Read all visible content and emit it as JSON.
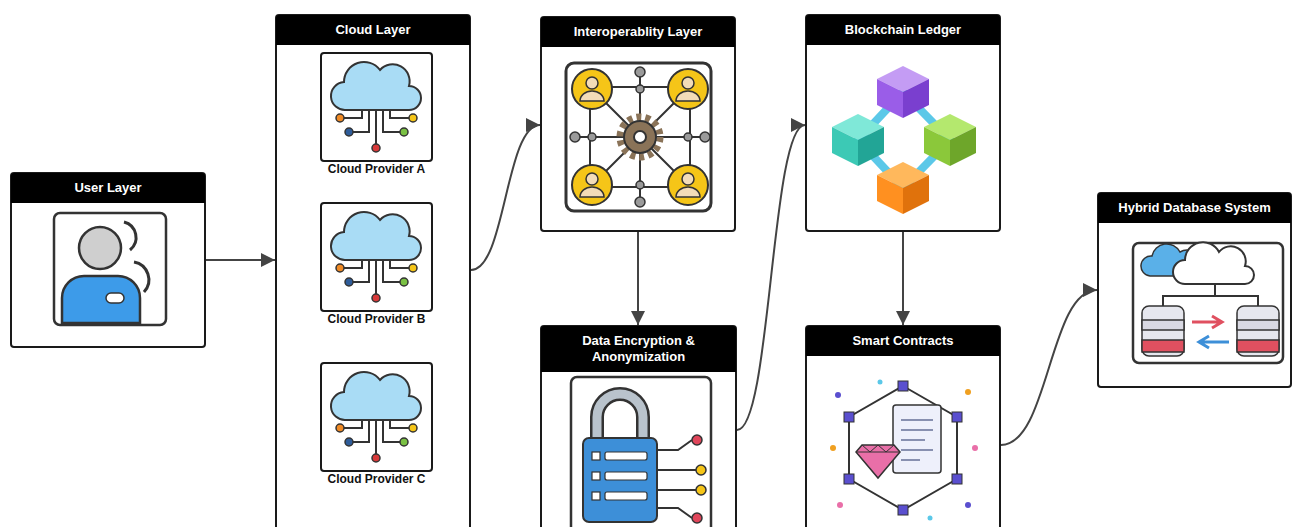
{
  "diagram": {
    "nodes": [
      {
        "text": [
          "User Layer"
        ]
      },
      {
        "text": [
          "Cloud Layer"
        ]
      },
      {
        "text": [
          "Cloud Provider A"
        ],
        "in": 1
      },
      {
        "text": [
          "Cloud Provider B"
        ],
        "in": 1
      },
      {
        "text": [
          "Cloud Provider C"
        ],
        "in": 1
      },
      {
        "text": [
          "Interoperablity Layer"
        ]
      },
      {
        "text": [
          "Data Encryption & Anonymization"
        ]
      },
      {
        "text": [
          "Blockchain Ledger"
        ]
      },
      {
        "text": [
          "Smart Contracts"
        ]
      },
      {
        "text": [
          "Hybrid Database System"
        ]
      }
    ],
    "edges": [
      {
        "from": 0,
        "to": 1,
        "arrow": "to"
      },
      {
        "from": 1,
        "to": 5,
        "arrow": "to"
      },
      {
        "from": 5,
        "to": 6,
        "arrow": "to"
      },
      {
        "from": 6,
        "to": 7,
        "arrow": "to"
      },
      {
        "from": 7,
        "to": 8,
        "arrow": "to"
      },
      {
        "from": 8,
        "to": 9,
        "arrow": "to"
      }
    ]
  }
}
